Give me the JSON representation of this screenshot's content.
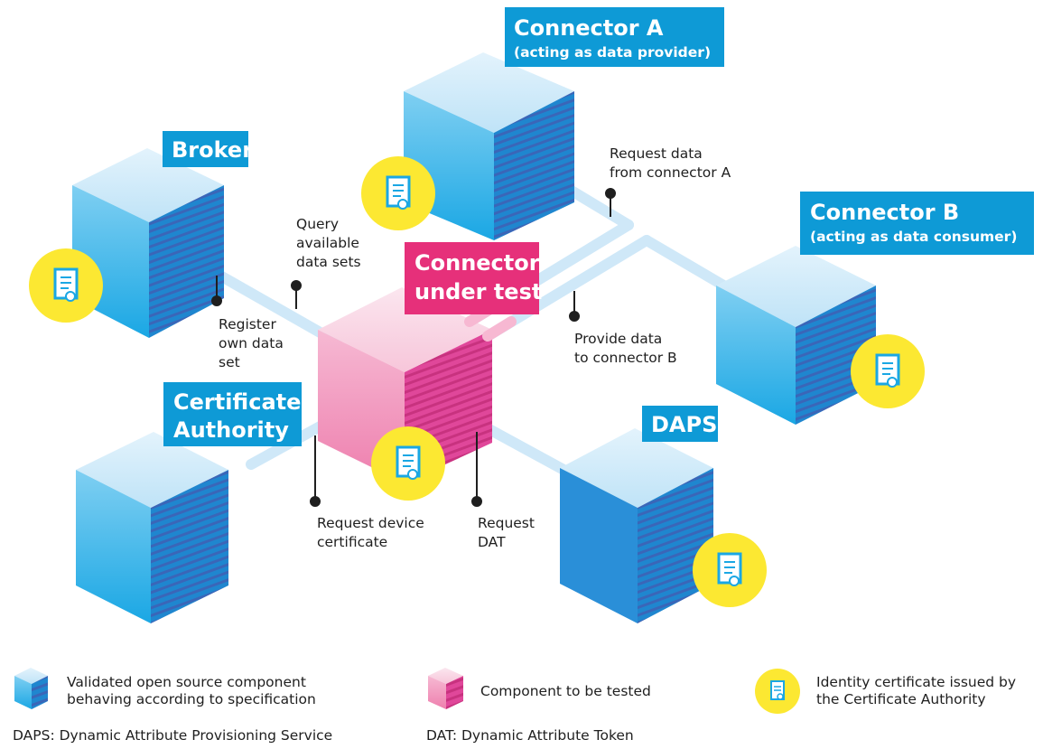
{
  "colors": {
    "validated_blue": "#1aa7e4",
    "label_blue": "#0e9ad6",
    "tested_pink": "#e6307a",
    "certificate_yellow": "#fce832",
    "connection_line": "#cfe8f8",
    "connection_line_pink": "#f7b8d2"
  },
  "components": {
    "connector_a": {
      "title": "Connector A",
      "subtitle": "(acting as data provider)"
    },
    "connector_b": {
      "title": "Connector B",
      "subtitle": "(acting as data consumer)"
    },
    "broker": {
      "title": "Broker"
    },
    "connector_under_test": {
      "title_line1": "Connector",
      "title_line2": "under test"
    },
    "certificate_authority": {
      "title_line1": "Certificate",
      "title_line2": "Authority"
    },
    "daps": {
      "title": "DAPS"
    }
  },
  "interactions": {
    "request_data": "Request data\nfrom connector A",
    "query": "Query\navailable\ndata sets",
    "register": "Register\nown data\nset",
    "provide_data": "Provide data\nto connector B",
    "request_device_certificate": "Request device\ncertificate",
    "request_dat": "Request\nDAT"
  },
  "legend": {
    "validated": "Validated open source component\nbehaving according to specification",
    "tested": "Component to be tested",
    "certificate": "Identity certificate issued by\nthe Certificate Authority"
  },
  "definitions": {
    "daps": "DAPS: Dynamic Attribute Provisioning Service",
    "dat": "DAT: Dynamic Attribute Token"
  },
  "icons": [
    "validated-cube-icon",
    "tested-cube-icon",
    "certificate-icon"
  ]
}
